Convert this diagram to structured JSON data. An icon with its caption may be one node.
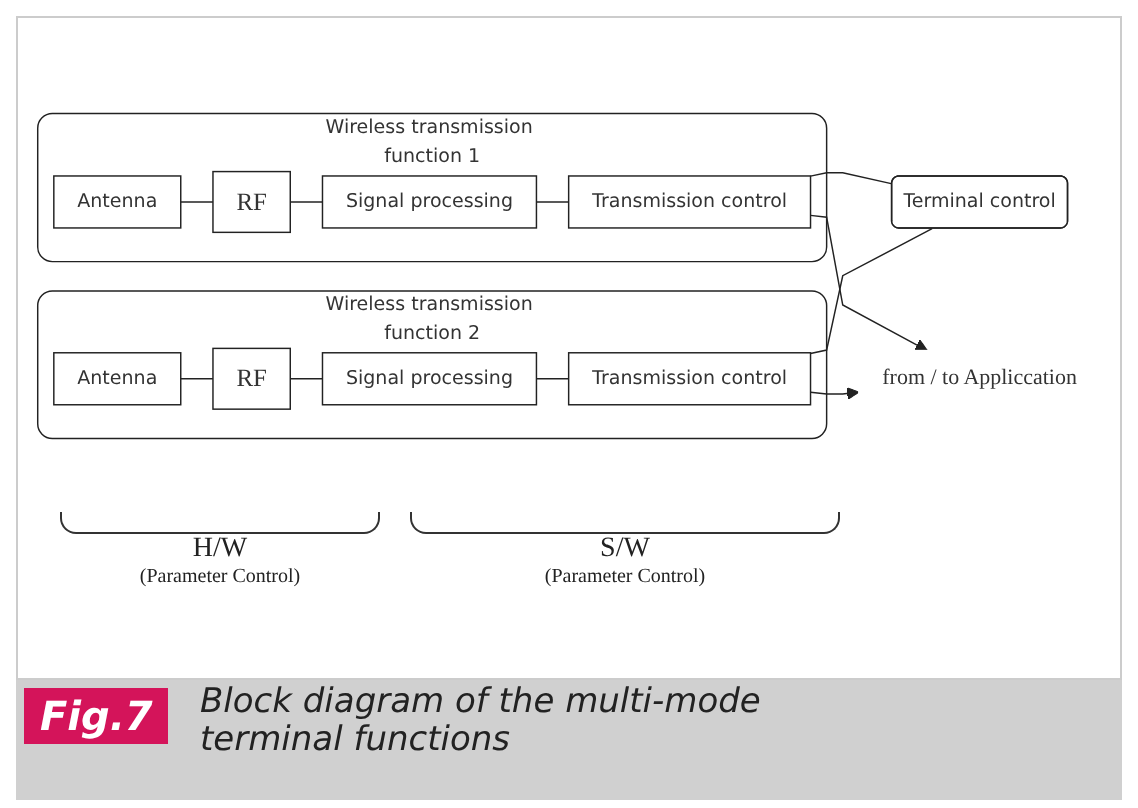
{
  "diagram": {
    "caption": "Block diagram of the multi-mode terminal functions",
    "nodes": [
      {
        "text": [
          "Wireless transmission function 1"
        ]
      },
      {
        "text": [
          "Antenna"
        ],
        "in": 0
      },
      {
        "text": [
          "RF"
        ],
        "in": 0
      },
      {
        "text": [
          "Signal processing"
        ],
        "in": 0
      },
      {
        "text": [
          "Transmission control"
        ],
        "in": 0
      },
      {
        "text": [
          "Wireless transmission function 2"
        ]
      },
      {
        "text": [
          "Antenna"
        ],
        "in": 5
      },
      {
        "text": [
          "RF"
        ],
        "in": 5
      },
      {
        "text": [
          "Signal processing"
        ],
        "in": 5
      },
      {
        "text": [
          "Transmission control"
        ],
        "in": 5
      },
      {
        "text": [
          "Terminal control"
        ]
      },
      {
        "text": [
          "from / to Appliccation"
        ]
      }
    ],
    "edges": [
      {
        "from": 1,
        "to": 2,
        "arrow": "none"
      },
      {
        "from": 2,
        "to": 3,
        "arrow": "none"
      },
      {
        "from": 3,
        "to": 4,
        "arrow": "none"
      },
      {
        "from": 6,
        "to": 7,
        "arrow": "none"
      },
      {
        "from": 7,
        "to": 8,
        "arrow": "none"
      },
      {
        "from": 8,
        "to": 9,
        "arrow": "none"
      },
      {
        "from": 4,
        "to": 10,
        "arrow": "none"
      },
      {
        "from": 9,
        "to": 10,
        "arrow": "none"
      },
      {
        "from": 4,
        "to": 11,
        "arrow": "to"
      },
      {
        "from": 9,
        "to": 11,
        "arrow": "to"
      }
    ],
    "labels": [
      "H/W",
      "(Parameter Control)",
      "S/W",
      "(Parameter Control)",
      "Fig.7"
    ]
  }
}
